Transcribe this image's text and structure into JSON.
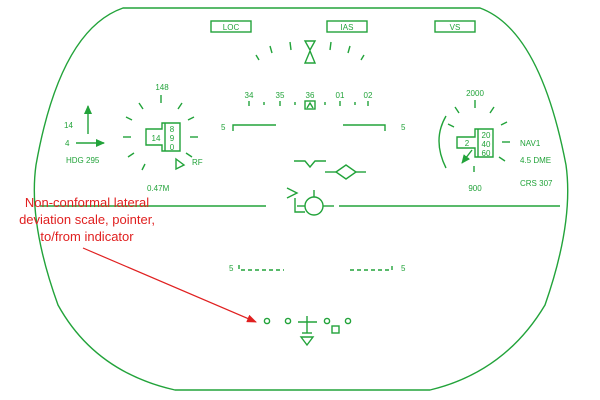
{
  "mode_annunciators": {
    "lateral": "LOC",
    "speed": "IAS",
    "vertical": "VS"
  },
  "airspeed": {
    "tape_top": "148",
    "digit_tens": "8",
    "digit_ones": "9",
    "digit_low": "0",
    "readout": "14",
    "bottom": "0.47M",
    "rf_label": "RF"
  },
  "heading_arrow": {
    "upper_value": "14",
    "lower_value": "4",
    "heading": "HDG 295"
  },
  "heading_scale": {
    "labels": [
      "34",
      "35",
      "36",
      "01",
      "02"
    ]
  },
  "pitch_ladder": {
    "upper_left": "5",
    "upper_right": "5",
    "lower_left": "5",
    "lower_right": "5"
  },
  "altimeter": {
    "top": "2000",
    "digit_hi": "20",
    "digit_mid": "40",
    "digit_lo": "60",
    "readout": "2",
    "bottom": "900"
  },
  "nav_info": {
    "source": "NAV1",
    "dme": "4.5   DME",
    "course": "CRS 307"
  },
  "annotation": {
    "line1": "Non-conformal lateral",
    "line2": "deviation scale, pointer,",
    "line3": "to/from indicator",
    "color": "#e02020"
  },
  "colors": {
    "symbology": "#22a33a",
    "annotation": "#e02020"
  }
}
